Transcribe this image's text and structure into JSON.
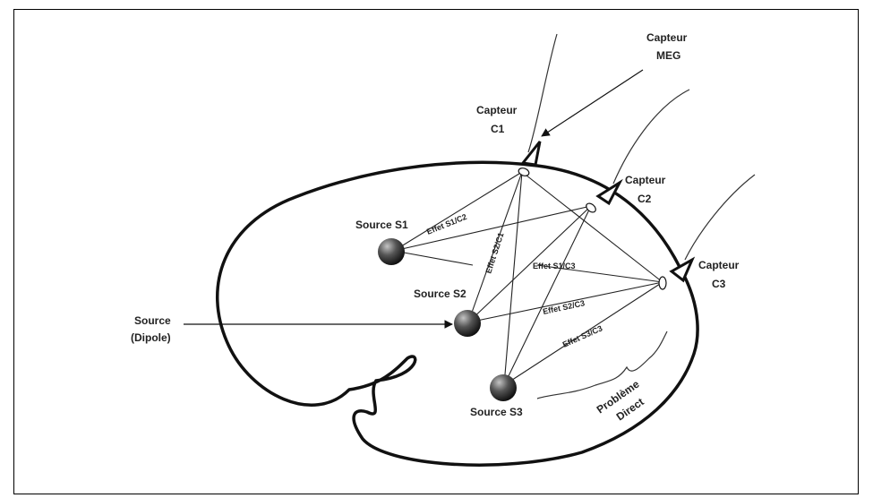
{
  "sensor_meg": {
    "line1": "Capteur",
    "line2": "MEG"
  },
  "sensors": [
    {
      "line1": "Capteur",
      "line2": "C1"
    },
    {
      "line1": "Capteur",
      "line2": "C2"
    },
    {
      "line1": "Capteur",
      "line2": "C3"
    }
  ],
  "sources": [
    {
      "label": "Source S1"
    },
    {
      "label": "Source S2"
    },
    {
      "label": "Source S3"
    }
  ],
  "dipole": {
    "line1": "Source",
    "line2": "(Dipole)"
  },
  "effects": [
    "Effet S1/C2",
    "Effet S2/C1",
    "Effet S1/C3",
    "Effet S2/C3",
    "Effet S3/C3"
  ],
  "direct_problem": {
    "line1": "Problème",
    "line2": "Direct"
  },
  "colors": {
    "ink": "#111111",
    "sphere_light": "#bdbdbd",
    "sphere_dark": "#0d0d0d"
  }
}
